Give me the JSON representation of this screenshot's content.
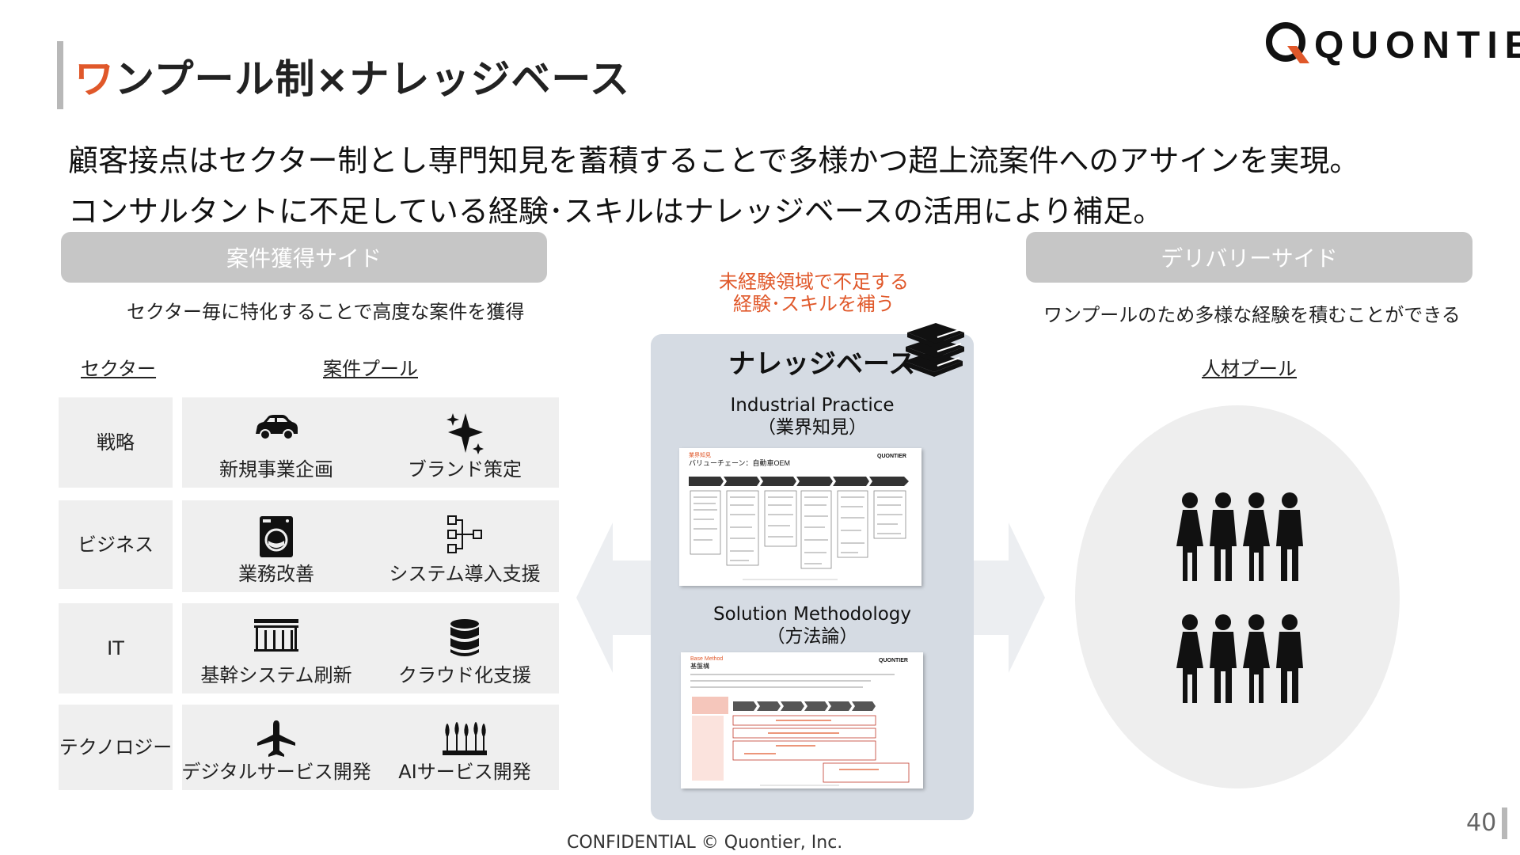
{
  "title": {
    "accent_char": "ワ",
    "rest": "ンプール制×ナレッジベース"
  },
  "logo": {
    "text": "QUONTIER"
  },
  "subtitle": {
    "line1": "顧客接点はセクター制とし専門知見を蓄積することで多様かつ超上流案件へのアサインを実現。",
    "line2": "コンサルタントに不足している経験･スキルはナレッジベースの活用により補足。"
  },
  "left": {
    "header": "案件獲得サイド",
    "caption": "セクター毎に特化することで高度な案件を獲得",
    "col_sector": "セクター",
    "col_pool": "案件プール",
    "rows": [
      {
        "sector": "戦略",
        "items": [
          {
            "label": "新規事業企画",
            "icon": "car-icon"
          },
          {
            "label": "ブランド策定",
            "icon": "sparkle-icon"
          }
        ]
      },
      {
        "sector": "ビジネス",
        "items": [
          {
            "label": "業務改善",
            "icon": "washing-machine-icon"
          },
          {
            "label": "システム導入支援",
            "icon": "hierarchy-icon"
          }
        ]
      },
      {
        "sector": "IT",
        "items": [
          {
            "label": "基幹システム刷新",
            "icon": "building-icon"
          },
          {
            "label": "クラウド化支援",
            "icon": "database-icon"
          }
        ]
      },
      {
        "sector": "テクノロジー",
        "items": [
          {
            "label": "デジタルサービス開発",
            "icon": "airplane-icon"
          },
          {
            "label": "AIサービス開発",
            "icon": "wheat-icon"
          }
        ]
      }
    ]
  },
  "center": {
    "note_line1": "未経験領域で不足する",
    "note_line2": "経験･スキルを補う",
    "kb_title": "ナレッジベース",
    "section1_line1": "Industrial Practice",
    "section1_line2": "（業界知見）",
    "section2_line1": "Solution Methodology",
    "section2_line2": "（方法論）",
    "doc1": {
      "tag": "業界知見",
      "title": "バリューチェーン：自動車OEM",
      "logo": "QUONTIER"
    },
    "doc2": {
      "tag": "Base Method",
      "title": "基盤構",
      "logo": "QUONTIER"
    }
  },
  "right": {
    "header": "デリバリーサイド",
    "caption": "ワンプールのため多様な経験を積むことができる",
    "pool_label": "人材プール"
  },
  "footer": {
    "text": "CONFIDENTIAL © Quontier, Inc.",
    "page": "40"
  },
  "colors": {
    "accent": "#e0582a",
    "header_gray": "#c6c6c6",
    "panel": "#d5dbe3",
    "cell": "#efefef"
  }
}
